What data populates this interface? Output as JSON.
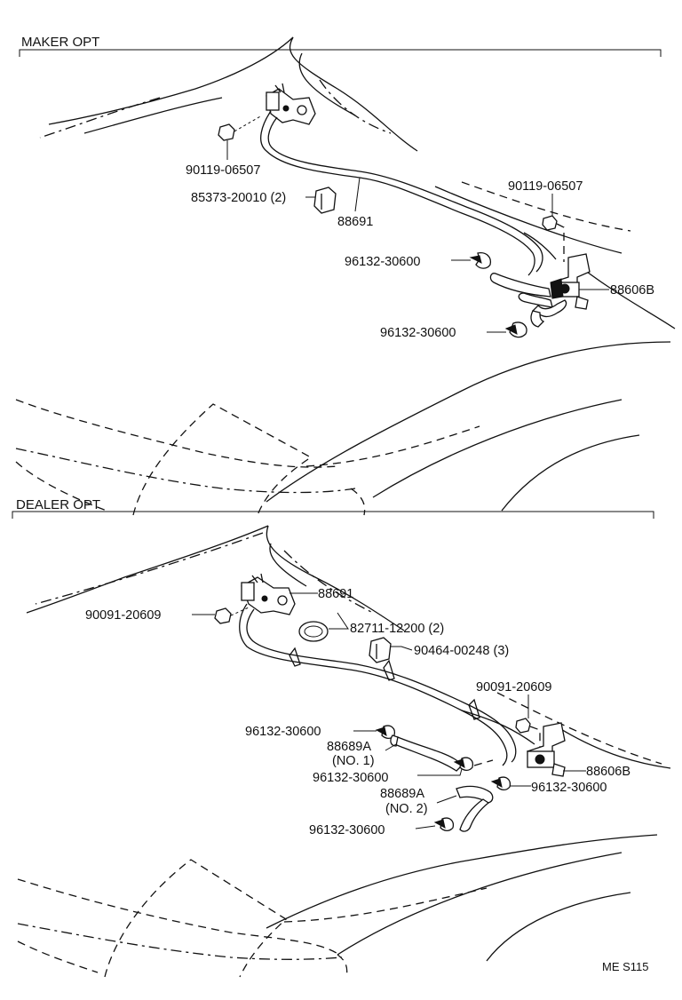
{
  "sections": {
    "maker": {
      "title": "MAKER OPT",
      "labels": {
        "bolt_left": "90119-06507",
        "clip": "85373-20010 (2)",
        "cable": "88691",
        "bolt_right": "90119-06507",
        "clamp_upper": "96132-30600",
        "valve": "88606B",
        "clamp_lower": "96132-30600"
      }
    },
    "dealer": {
      "title": "DEALER OPT",
      "labels": {
        "cable": "88691",
        "bolt_left": "90091-20609",
        "band": "82711-12200 (2)",
        "clip": "90464-00248 (3)",
        "bolt_right": "90091-20609",
        "clamp_a": "96132-30600",
        "hose1_num": "88689A",
        "hose1_sub": "(NO. 1)",
        "clamp_b": "96132-30600",
        "valve": "88606B",
        "clamp_c": "96132-30600",
        "hose2_num": "88689A",
        "hose2_sub": "(NO. 2)",
        "clamp_d": "96132-30600"
      }
    }
  },
  "footer": {
    "code": "ME S115"
  }
}
